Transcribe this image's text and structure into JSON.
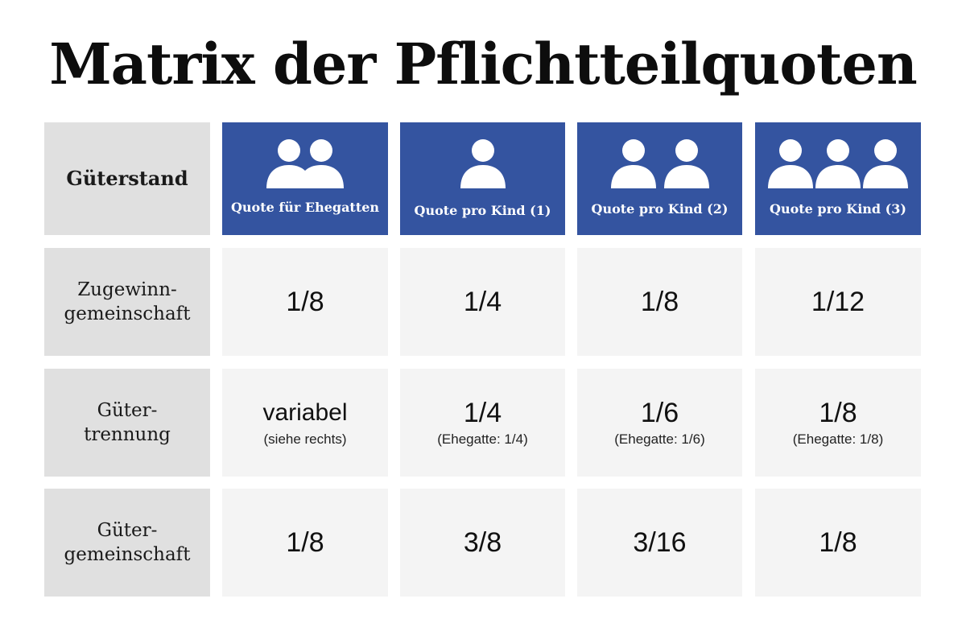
{
  "title": "Matrix der Pflichtteilquoten",
  "colors": {
    "header_bg": "#3454a0",
    "rowhead_bg": "#e0e0e0",
    "cell_bg": "#f4f4f4"
  },
  "corner": "Güterstand",
  "columns": [
    {
      "label": "Quote für Ehegatten",
      "icon": "two-people-overlapping-icon"
    },
    {
      "label": "Quote  pro Kind (1)",
      "icon": "one-person-icon"
    },
    {
      "label": "Quote pro Kind (2)",
      "icon": "two-people-icon"
    },
    {
      "label": "Quote pro Kind (3)",
      "icon": "three-people-icon"
    }
  ],
  "rows": [
    {
      "label_line1": "Zugewinn-",
      "label_line2": "gemeinschaft",
      "cells": [
        {
          "main": "1/8",
          "sub": ""
        },
        {
          "main": "1/4",
          "sub": ""
        },
        {
          "main": "1/8",
          "sub": ""
        },
        {
          "main": "1/12",
          "sub": ""
        }
      ]
    },
    {
      "label_line1": "Güter-",
      "label_line2": "trennung",
      "cells": [
        {
          "main": "variabel",
          "sub": "(siehe rechts)"
        },
        {
          "main": "1/4",
          "sub": "(Ehegatte: 1/4)"
        },
        {
          "main": "1/6",
          "sub": "(Ehegatte: 1/6)"
        },
        {
          "main": "1/8",
          "sub": "(Ehegatte: 1/8)"
        }
      ]
    },
    {
      "label_line1": "Güter-",
      "label_line2": "gemeinschaft",
      "cells": [
        {
          "main": "1/8",
          "sub": ""
        },
        {
          "main": "3/8",
          "sub": ""
        },
        {
          "main": "3/16",
          "sub": ""
        },
        {
          "main": "1/8",
          "sub": ""
        }
      ]
    }
  ]
}
